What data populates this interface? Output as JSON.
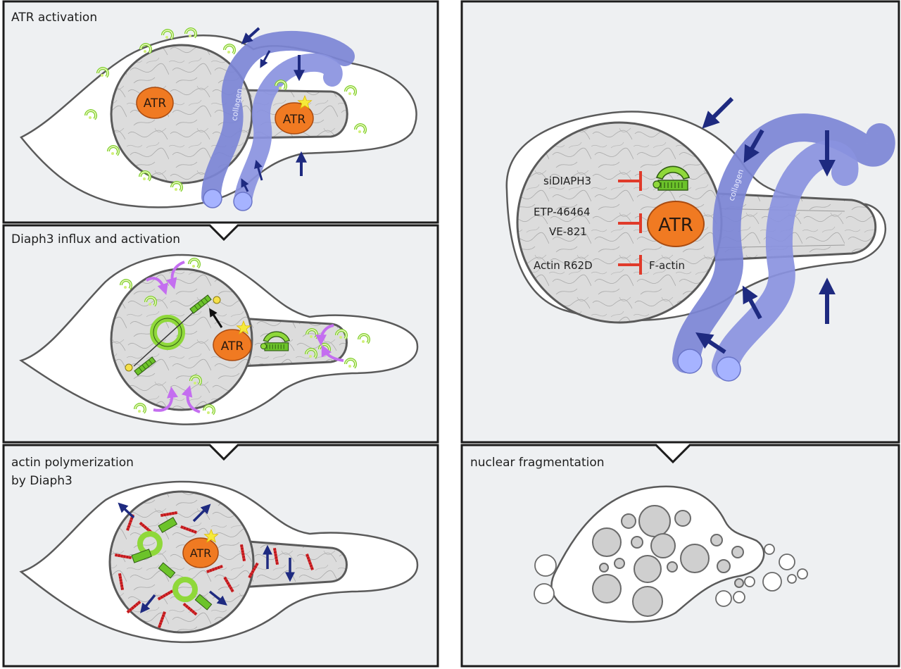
{
  "panels": {
    "p1_title": "ATR activation",
    "p2_title": "Diaph3 influx and activation",
    "p3_title_line1": "actin polymerization",
    "p3_title_line2": "by Diaph3",
    "p4_title": "nuclear fragmentation"
  },
  "labels": {
    "atr": "ATR",
    "collagen": "collagen",
    "sidiaph3": "siDIAPH3",
    "etp": "ETP-46464",
    "ve": "VE-821",
    "actin_r62d": "Actin R62D",
    "f_actin": "F-actin"
  },
  "colors": {
    "panel_bg": "#eef0f2",
    "nucleus": "#dcdcdc",
    "cell_outline": "#555555",
    "collagen": "#7c86d6",
    "atr_orange": "#f07a22",
    "diaph3_green": "#7ccd2a",
    "inhibitor_red": "#e03a2a",
    "force_arrow": "#1e2a80",
    "influx_purple": "#c46ef0",
    "actin_red": "#d8262a"
  }
}
